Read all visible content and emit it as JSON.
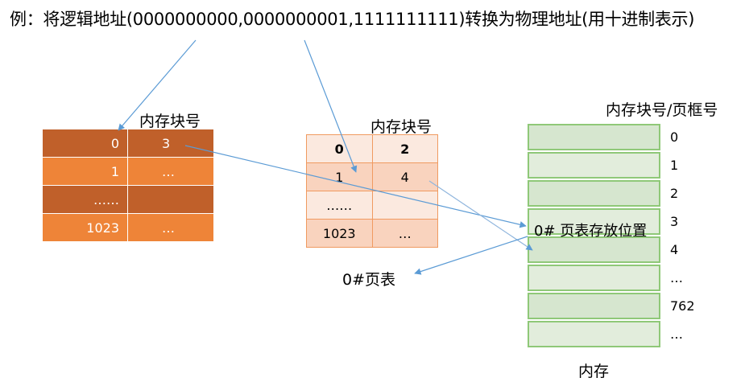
{
  "title": "例：将逻辑地址(0000000000,0000000001,1111111111)转换为物理地址(用十进制表示)",
  "table1": {
    "header": "内存块号",
    "rows": [
      {
        "c0": "0",
        "c1": "3"
      },
      {
        "c0": "1",
        "c1": "…"
      },
      {
        "c0": "……",
        "c1": ""
      },
      {
        "c0": "1023",
        "c1": "…"
      }
    ]
  },
  "table2": {
    "header": "内存块号",
    "rows": [
      {
        "c0": "0",
        "c1": "2"
      },
      {
        "c0": "1",
        "c1": "4"
      },
      {
        "c0": "……",
        "c1": ""
      },
      {
        "c0": "1023",
        "c1": "…"
      }
    ],
    "caption": "0#页表"
  },
  "memory": {
    "header": "内存块号/页框号",
    "block_label": "0# 页表存放位置",
    "indices": [
      "0",
      "1",
      "2",
      "3",
      "4",
      "…",
      "762",
      "…"
    ],
    "caption": "内存"
  },
  "colors": {
    "arrow": "#5b9bd5",
    "table1_dark": "#c0602a",
    "table1_light": "#ee8438",
    "memory_border": "#8fc878",
    "memory_fill": "#d6e6cf"
  }
}
